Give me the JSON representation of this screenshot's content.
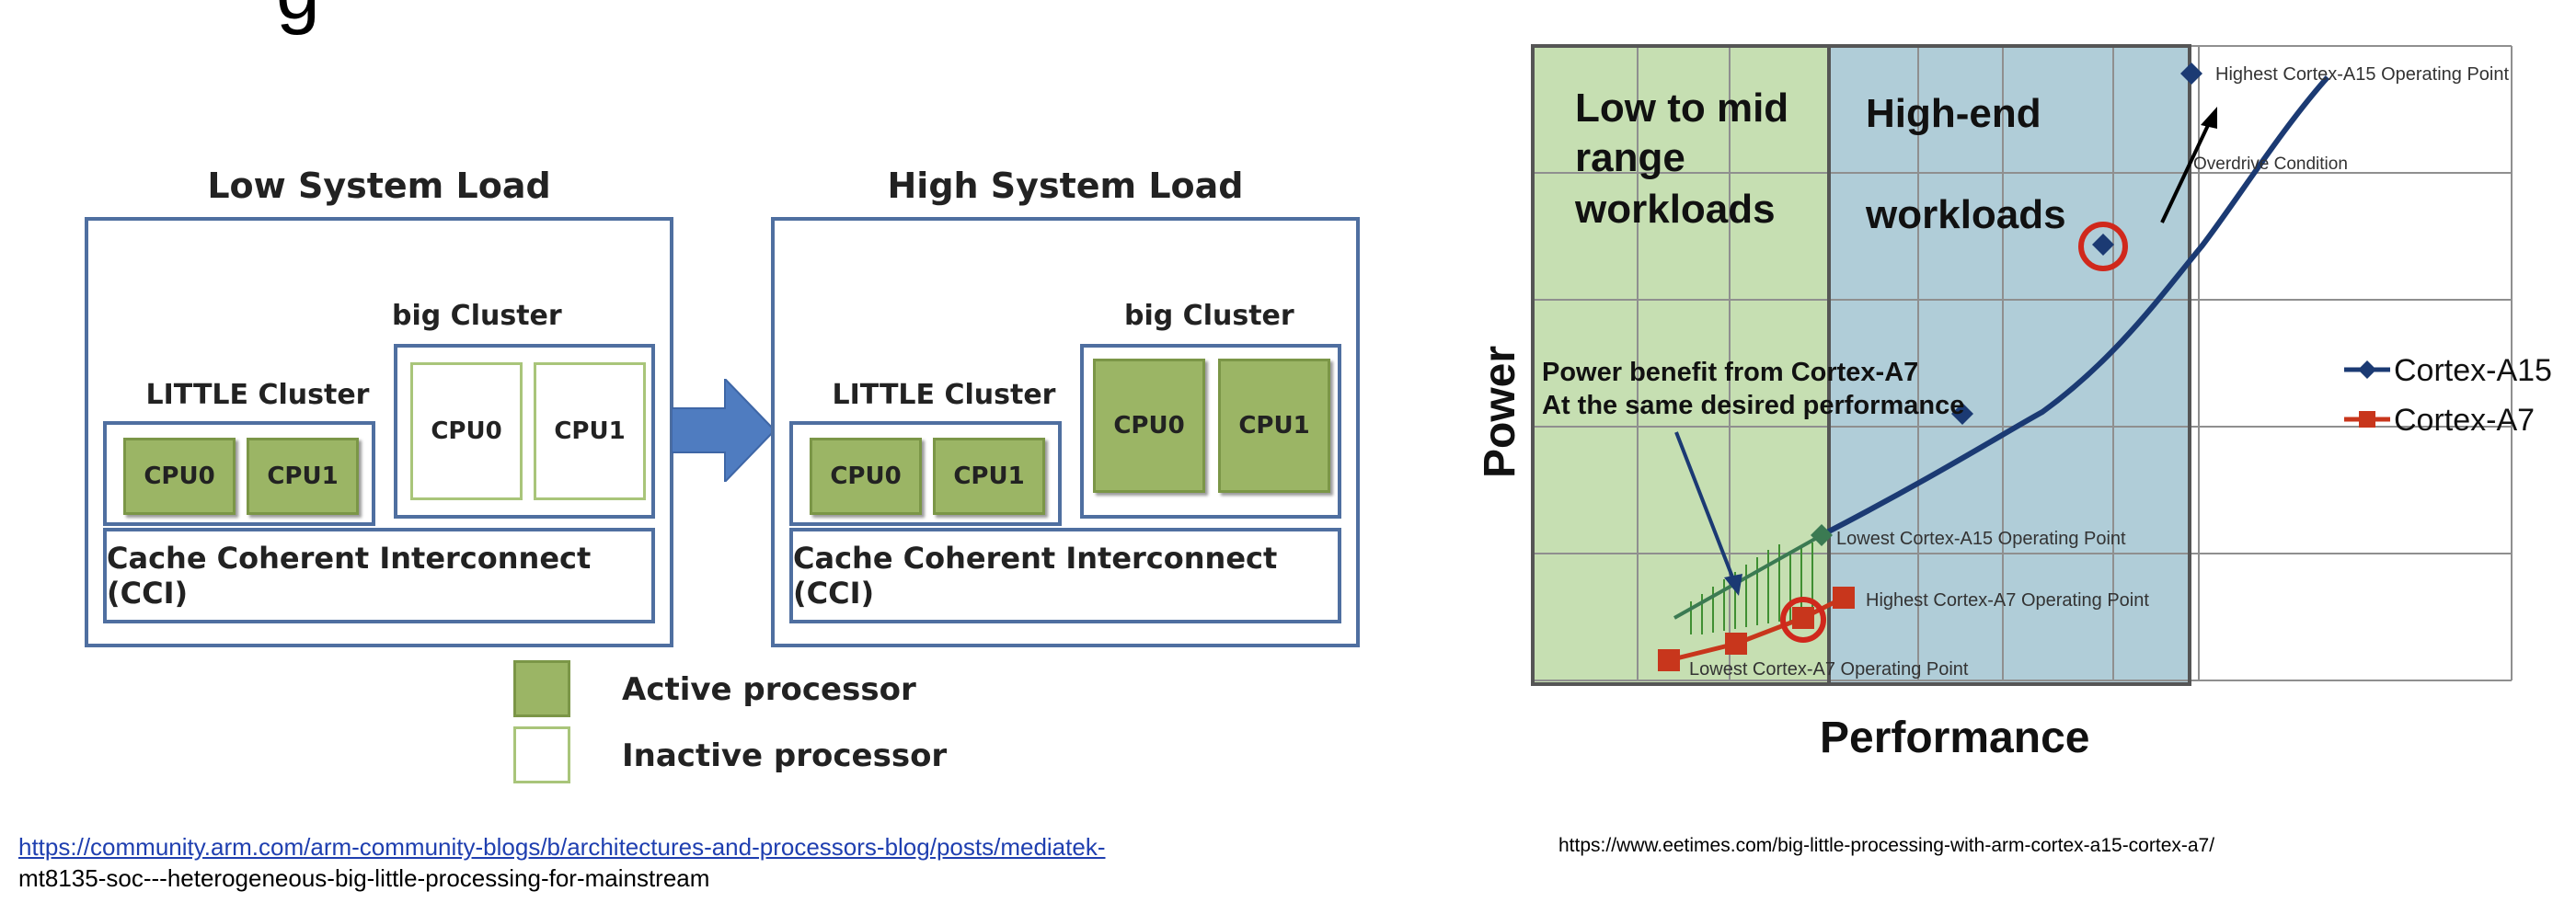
{
  "slide": {
    "title": "g"
  },
  "left_figure": {
    "panels": [
      {
        "title": "Low System Load",
        "little_cluster": {
          "label": "LITTLE Cluster",
          "cpus": [
            {
              "label": "CPU0",
              "state": "active"
            },
            {
              "label": "CPU1",
              "state": "active"
            }
          ]
        },
        "big_cluster": {
          "label": "big Cluster",
          "cpus": [
            {
              "label": "CPU0",
              "state": "inactive"
            },
            {
              "label": "CPU1",
              "state": "inactive"
            }
          ]
        },
        "interconnect": "Cache Coherent Interconnect (CCI)"
      },
      {
        "title": "High System Load",
        "little_cluster": {
          "label": "LITTLE Cluster",
          "cpus": [
            {
              "label": "CPU0",
              "state": "active"
            },
            {
              "label": "CPU1",
              "state": "active"
            }
          ]
        },
        "big_cluster": {
          "label": "big Cluster",
          "cpus": [
            {
              "label": "CPU0",
              "state": "active"
            },
            {
              "label": "CPU1",
              "state": "active"
            }
          ]
        },
        "interconnect": "Cache Coherent Interconnect (CCI)"
      }
    ],
    "legend": [
      {
        "label": "Active processor",
        "state": "active"
      },
      {
        "label": "Inactive processor",
        "state": "inactive"
      }
    ],
    "colors": {
      "box_border": "#4f6fa0",
      "active_fill": "#9bb565",
      "inactive_border": "#a9c57a",
      "arrow": "#4f7cc0"
    },
    "source_url_line1": "https://community.arm.com/arm-community-blogs/b/architectures-and-processors-blog/posts/mediatek-",
    "source_url_line2": "mt8135-soc---heterogeneous-big-little-processing-for-mainstream"
  },
  "right_figure": {
    "region_labels": {
      "low": [
        "Low to mid",
        "range",
        "workloads"
      ],
      "high": [
        "High-end",
        "workloads"
      ]
    },
    "annotations": {
      "power_benefit": [
        "Power benefit from Cortex-A7",
        "At the same desired performance"
      ],
      "highest_a15": "Highest Cortex-A15 Operating Point",
      "overdrive": "Overdrive Condition",
      "lowest_a15": "Lowest Cortex-A15 Operating Point",
      "highest_a7": "Highest Cortex-A7 Operating Point",
      "lowest_a7": "Lowest Cortex-A7 Operating Point"
    },
    "axes": {
      "xlabel": "Performance",
      "ylabel": "Power"
    },
    "legend": [
      {
        "label": "Cortex-A15",
        "color": "#1b3a73"
      },
      {
        "label": "Cortex-A7",
        "color": "#d03a1e"
      }
    ],
    "colors": {
      "low_region": "#c6dfb2",
      "high_region": "#b0cdd8",
      "grid": "#8a8a8a",
      "a15": "#1b3a73",
      "a7": "#c8361c",
      "circle": "#d0281c",
      "hatch": "#4a9a3a"
    },
    "source_url": "https://www.eetimes.com/big-little-processing-with-arm-cortex-a15-cortex-a7/"
  }
}
